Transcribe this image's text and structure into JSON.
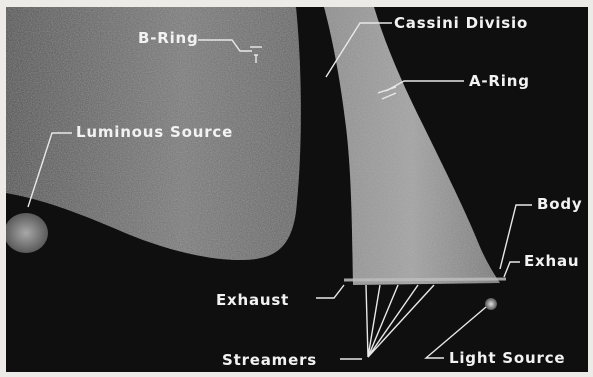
{
  "labels": {
    "cassini": "Cassini Divisio",
    "b_ring": "B-Ring",
    "a_ring": "A-Ring",
    "luminous_source": "Luminous Source",
    "body": "Body",
    "exhaust_right": "Exhau",
    "exhaust_left": "Exhaust",
    "streamers": "Streamers",
    "light_source": "Light Source"
  },
  "colors": {
    "background": "#0f0f0f",
    "ring_gray": "#8a8a8a",
    "label_white": "#f2f2f2",
    "page_border": "#ecebe7"
  }
}
